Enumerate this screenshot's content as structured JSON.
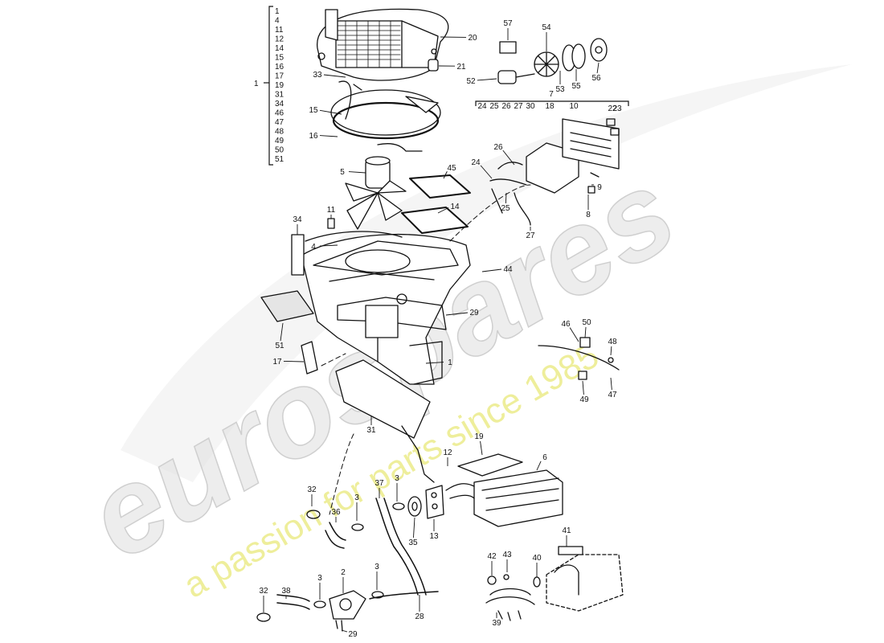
{
  "watermark": {
    "brand": "eurospares",
    "slogan": "a passion for parts since 1985",
    "brand_color": "#d8d8d8",
    "slogan_color": "#eeee9a"
  },
  "diagram": {
    "ink_color": "#111111",
    "group_bracket": {
      "label": "1",
      "members": [
        "1",
        "4",
        "11",
        "12",
        "14",
        "15",
        "16",
        "17",
        "19",
        "31",
        "34",
        "46",
        "47",
        "48",
        "49",
        "50",
        "51"
      ]
    },
    "sub_bracket": {
      "label": "7",
      "members": [
        "24",
        "25",
        "26",
        "27",
        "30",
        "18",
        "10",
        "23",
        "22"
      ]
    },
    "callouts": [
      {
        "id": "c20",
        "label": "20"
      },
      {
        "id": "c21",
        "label": "21"
      },
      {
        "id": "c33",
        "label": "33"
      },
      {
        "id": "c15",
        "label": "15"
      },
      {
        "id": "c16",
        "label": "16"
      },
      {
        "id": "c57",
        "label": "57"
      },
      {
        "id": "c54",
        "label": "54"
      },
      {
        "id": "c52",
        "label": "52"
      },
      {
        "id": "c53",
        "label": "53"
      },
      {
        "id": "c55",
        "label": "55"
      },
      {
        "id": "c56",
        "label": "56"
      },
      {
        "id": "c9",
        "label": "9"
      },
      {
        "id": "c8",
        "label": "8"
      },
      {
        "id": "c26",
        "label": "26"
      },
      {
        "id": "c24",
        "label": "24"
      },
      {
        "id": "c25",
        "label": "25"
      },
      {
        "id": "c27",
        "label": "27"
      },
      {
        "id": "c5",
        "label": "5"
      },
      {
        "id": "c45",
        "label": "45"
      },
      {
        "id": "c14",
        "label": "14"
      },
      {
        "id": "c11",
        "label": "11"
      },
      {
        "id": "c34",
        "label": "34"
      },
      {
        "id": "c4",
        "label": "4"
      },
      {
        "id": "c44",
        "label": "44"
      },
      {
        "id": "c29",
        "label": "29"
      },
      {
        "id": "c51",
        "label": "51"
      },
      {
        "id": "c17",
        "label": "17"
      },
      {
        "id": "c1b",
        "label": "1"
      },
      {
        "id": "c31",
        "label": "31"
      },
      {
        "id": "c46",
        "label": "46"
      },
      {
        "id": "c50",
        "label": "50"
      },
      {
        "id": "c48",
        "label": "48"
      },
      {
        "id": "c49",
        "label": "49"
      },
      {
        "id": "c47",
        "label": "47"
      },
      {
        "id": "c12",
        "label": "12"
      },
      {
        "id": "c19",
        "label": "19"
      },
      {
        "id": "c6",
        "label": "6"
      },
      {
        "id": "c32a",
        "label": "32"
      },
      {
        "id": "c3a",
        "label": "3"
      },
      {
        "id": "c37",
        "label": "37"
      },
      {
        "id": "c3b",
        "label": "3"
      },
      {
        "id": "c36",
        "label": "36"
      },
      {
        "id": "c35",
        "label": "35"
      },
      {
        "id": "c13",
        "label": "13"
      },
      {
        "id": "c2",
        "label": "2"
      },
      {
        "id": "c3c",
        "label": "3"
      },
      {
        "id": "c3d",
        "label": "3"
      },
      {
        "id": "c32b",
        "label": "32"
      },
      {
        "id": "c38",
        "label": "38"
      },
      {
        "id": "c28",
        "label": "28"
      },
      {
        "id": "c29b",
        "label": "29"
      },
      {
        "id": "c41",
        "label": "41"
      },
      {
        "id": "c42",
        "label": "42"
      },
      {
        "id": "c43",
        "label": "43"
      },
      {
        "id": "c40",
        "label": "40"
      },
      {
        "id": "c39",
        "label": "39"
      }
    ]
  }
}
